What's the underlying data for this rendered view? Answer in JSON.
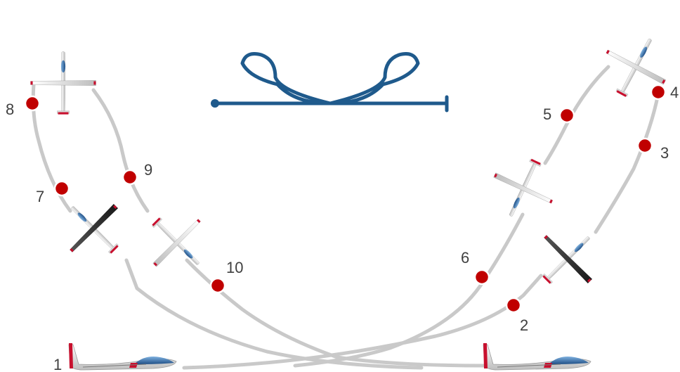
{
  "figure": {
    "maneuver_icon_color": "#1f5a8c",
    "marker_color": "#c00000",
    "path_color": "#c9c9c9",
    "numbers_color": "#404040"
  },
  "positions": [
    {
      "id": "1",
      "label": "1"
    },
    {
      "id": "2",
      "label": "2"
    },
    {
      "id": "3",
      "label": "3"
    },
    {
      "id": "4",
      "label": "4"
    },
    {
      "id": "5",
      "label": "5"
    },
    {
      "id": "6",
      "label": "6"
    },
    {
      "id": "7",
      "label": "7"
    },
    {
      "id": "8",
      "label": "8"
    },
    {
      "id": "9",
      "label": "9"
    },
    {
      "id": "10",
      "label": "10"
    }
  ],
  "gliders": [
    {
      "id": "g1",
      "description": "glider level flight, side view",
      "colors": [
        "#e8e8e8",
        "#c8102e",
        "#2a6fb0"
      ]
    },
    {
      "id": "g2",
      "description": "glider climbing, dark top view",
      "colors": [
        "#2b2b2b",
        "#c8102e"
      ]
    },
    {
      "id": "g3",
      "description": "glider vertical, top view",
      "colors": [
        "#e8e8e8",
        "#c8102e"
      ]
    },
    {
      "id": "g4",
      "description": "glider descending, light top view",
      "colors": [
        "#e8e8e8",
        "#c8102e"
      ]
    },
    {
      "id": "g5",
      "description": "glider descending, dark top view",
      "colors": [
        "#2b2b2b",
        "#c8102e"
      ]
    },
    {
      "id": "g6",
      "description": "glider vertical, top view",
      "colors": [
        "#e8e8e8",
        "#c8102e"
      ]
    },
    {
      "id": "g7",
      "description": "glider climbing, light top view",
      "colors": [
        "#e8e8e8",
        "#c8102e"
      ]
    },
    {
      "id": "g8",
      "description": "glider level flight, side view",
      "colors": [
        "#e8e8e8",
        "#c8102e",
        "#2a6fb0"
      ]
    }
  ]
}
